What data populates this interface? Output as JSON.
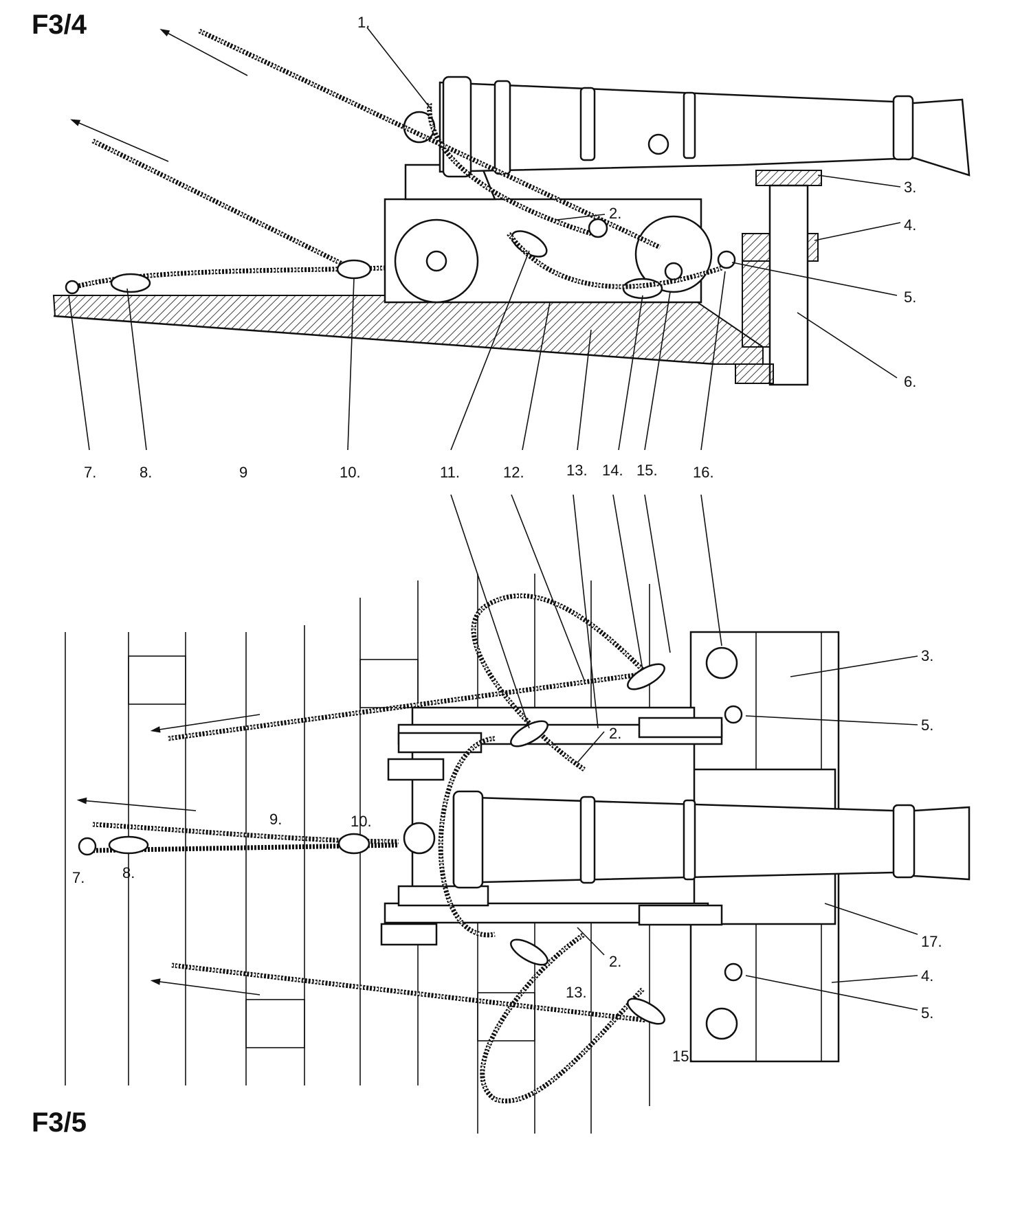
{
  "figures": {
    "top": {
      "label": "F3/4"
    },
    "bottom": {
      "label": "F3/5"
    }
  },
  "top_callouts": [
    "1.",
    "2.",
    "3.",
    "4.",
    "5.",
    "6.",
    "7.",
    "8.",
    "9",
    "10.",
    "11.",
    "12.",
    "13.",
    "14.",
    "15.",
    "16."
  ],
  "bottom_callouts": [
    "2.",
    "2.",
    "3.",
    "4.",
    "5.",
    "5.",
    "7.",
    "8.",
    "9.",
    "10.",
    "13.",
    "15.",
    "17."
  ]
}
